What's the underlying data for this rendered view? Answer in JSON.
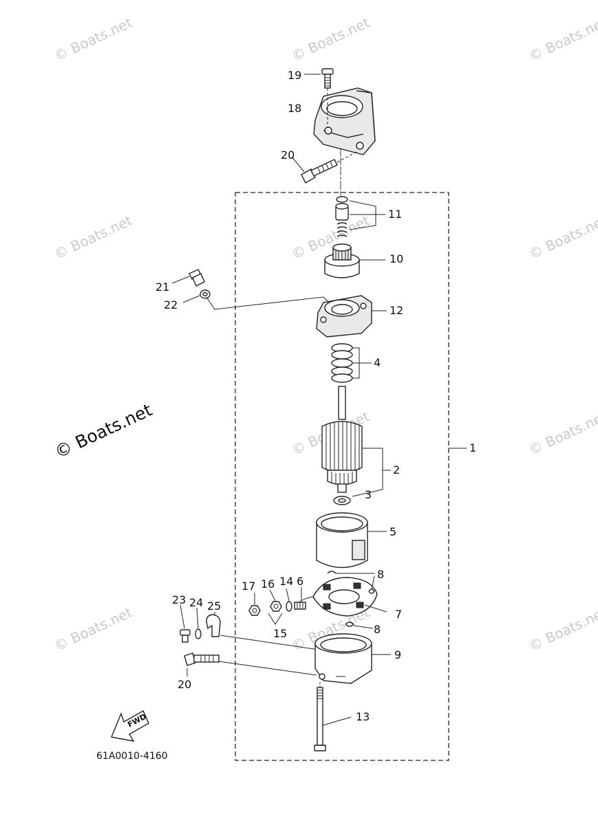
{
  "watermarks": {
    "text": "© Boats.net",
    "big_text": "© Boats.net"
  },
  "diagram_code": "61A0010-4160",
  "fwd_label": "FWD",
  "callouts": {
    "c1": "1",
    "c2": "2",
    "c3": "3",
    "c4": "4",
    "c5": "5",
    "c6": "6",
    "c7": "7",
    "c8a": "8",
    "c8b": "8",
    "c9": "9",
    "c10": "10",
    "c11": "11",
    "c12": "12",
    "c13": "13",
    "c14": "14",
    "c15": "15",
    "c16": "16",
    "c17": "17",
    "c18": "18",
    "c19": "19",
    "c20a": "20",
    "c20b": "20",
    "c21": "21",
    "c22": "22",
    "c23": "23",
    "c24": "24",
    "c25": "25"
  }
}
